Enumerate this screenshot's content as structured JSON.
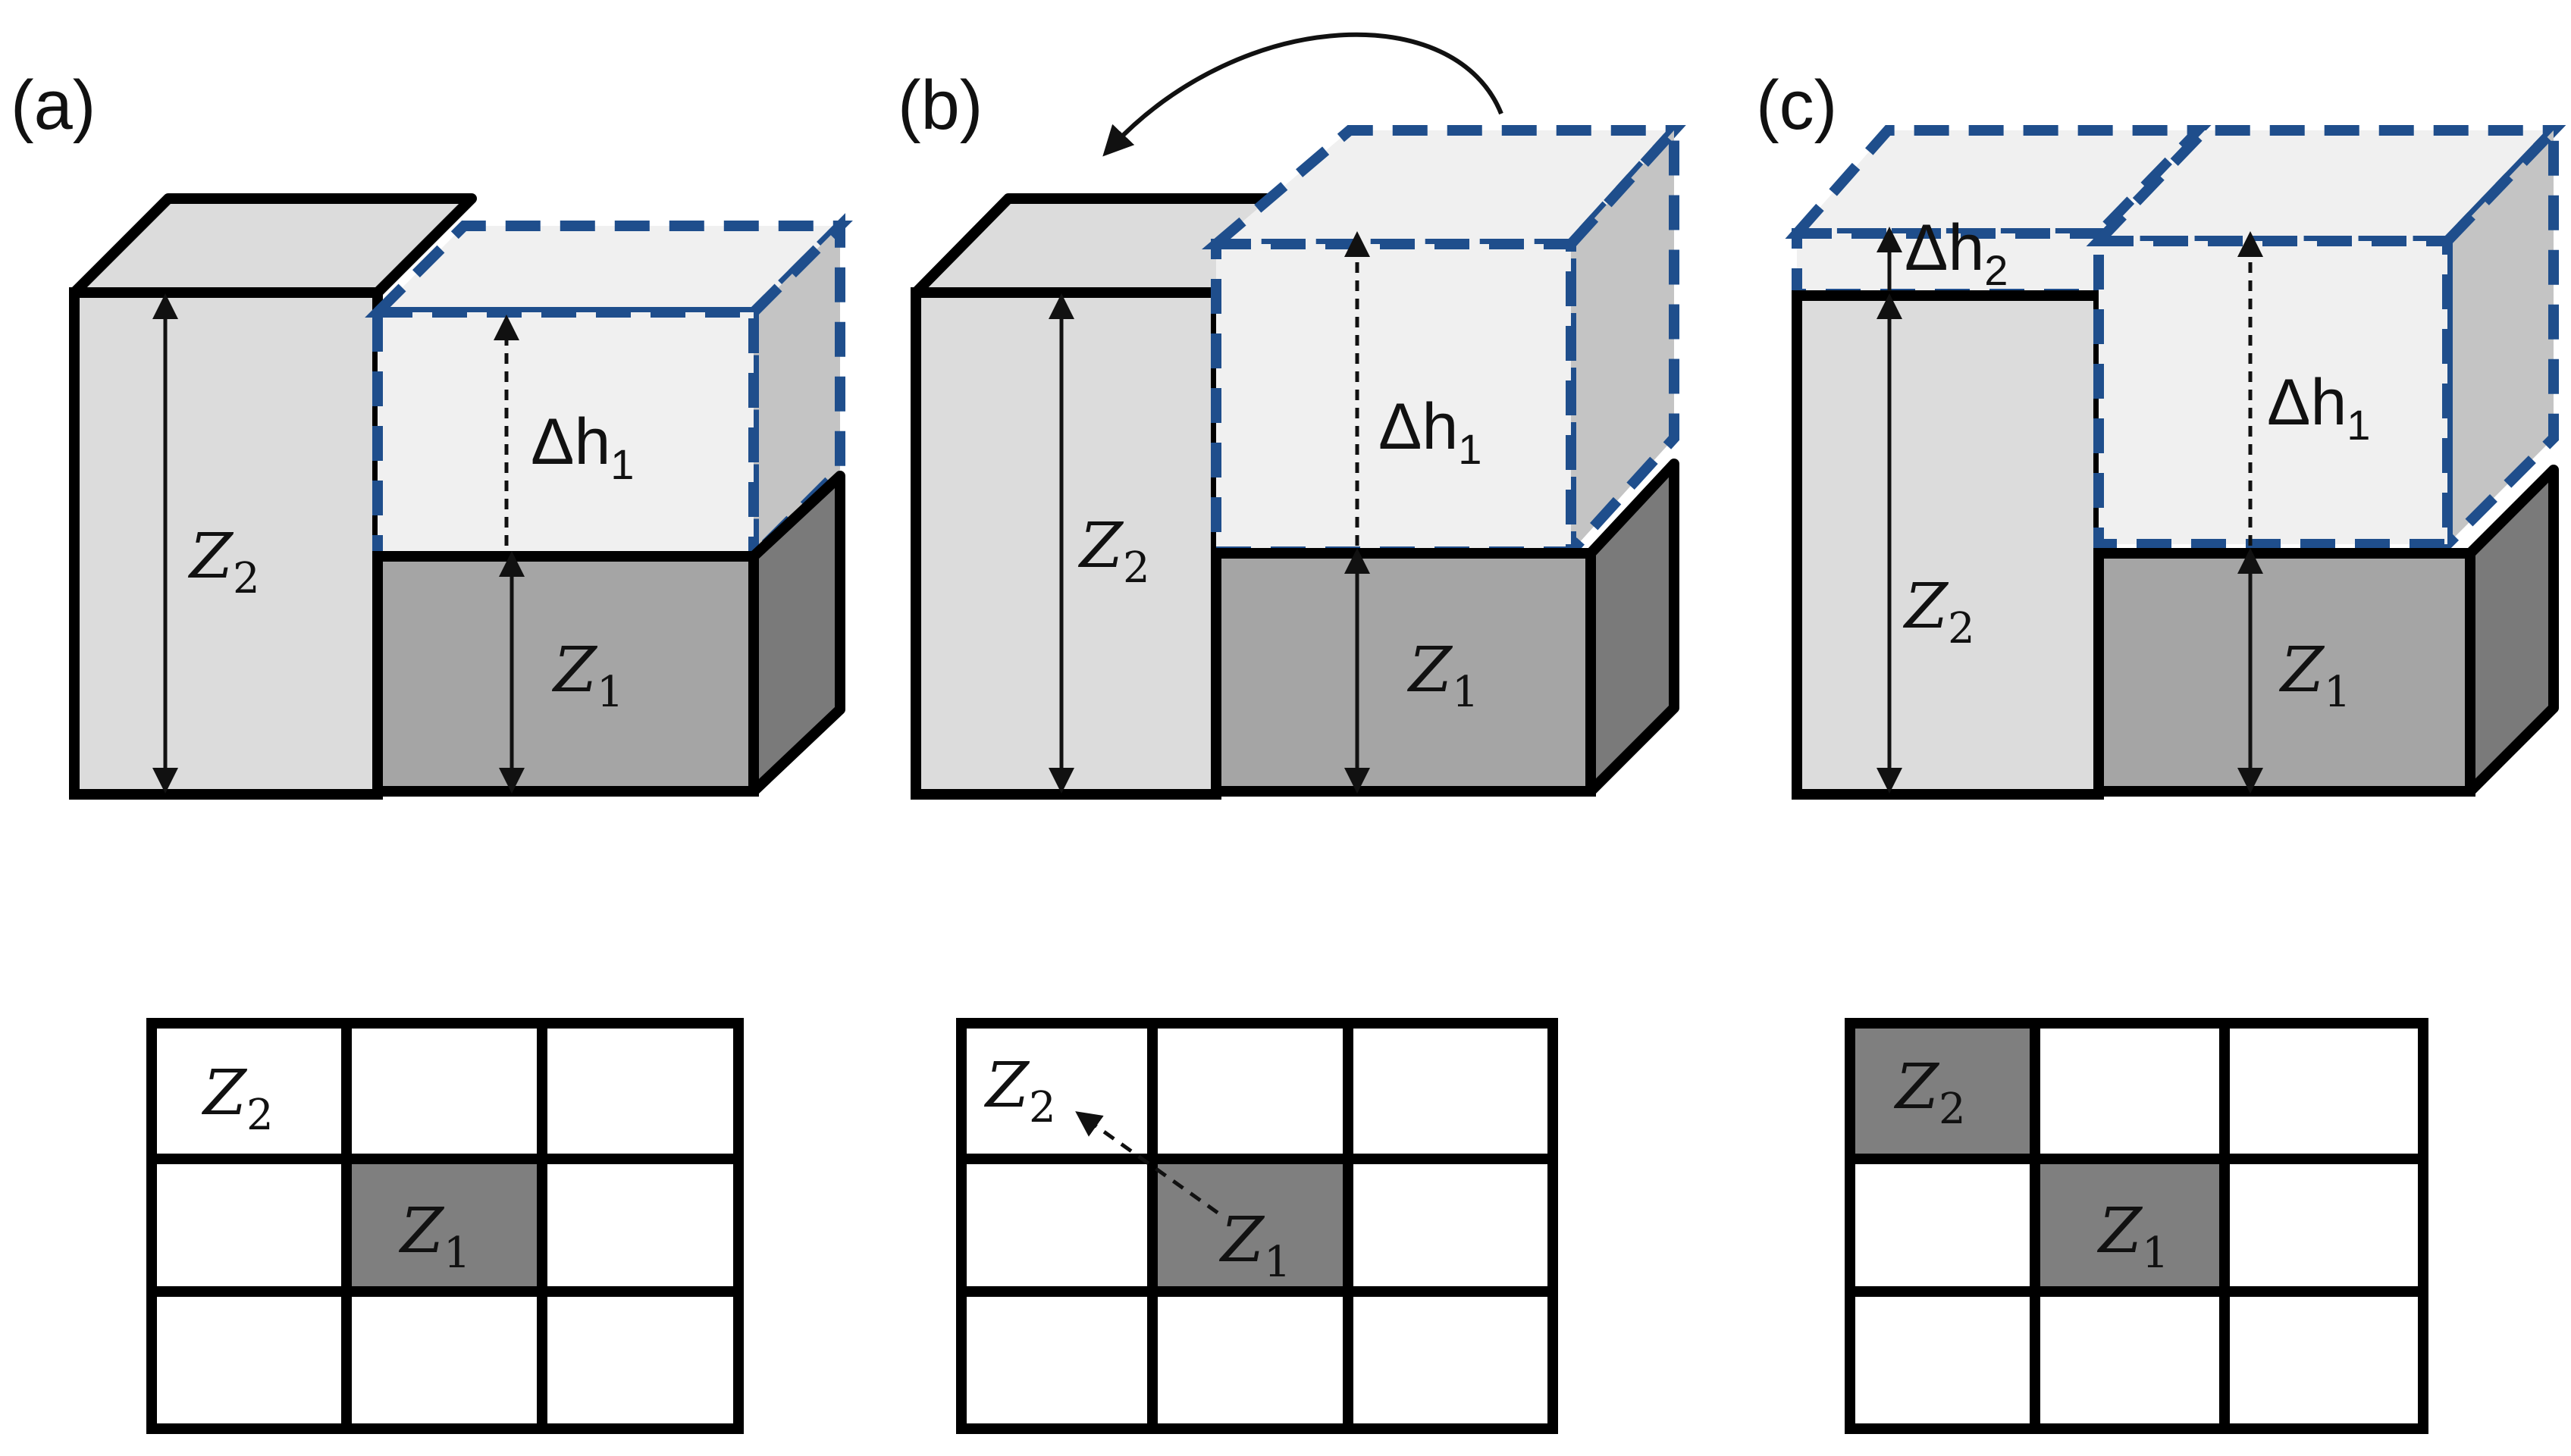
{
  "panels": {
    "a": {
      "label": "(a)"
    },
    "b": {
      "label": "(b)"
    },
    "c": {
      "label": "(c)"
    }
  },
  "symbols": {
    "z2": {
      "base": "Z",
      "sub": "2"
    },
    "z1": {
      "base": "Z",
      "sub": "1"
    },
    "dh1": {
      "base": "Δh",
      "sub": "1"
    },
    "dh2": {
      "base": "Δh",
      "sub": "2"
    }
  },
  "colors": {
    "light_box": "#dcdcdc",
    "mid_box": "#a5a5a5",
    "dark_side": "#7a7a7a",
    "ghost_box": "#f0f0f0",
    "ghost_side": "#c4c4c4",
    "dashed_outline": "#1f4e8c",
    "grid_fill": "#7f7f7f"
  }
}
